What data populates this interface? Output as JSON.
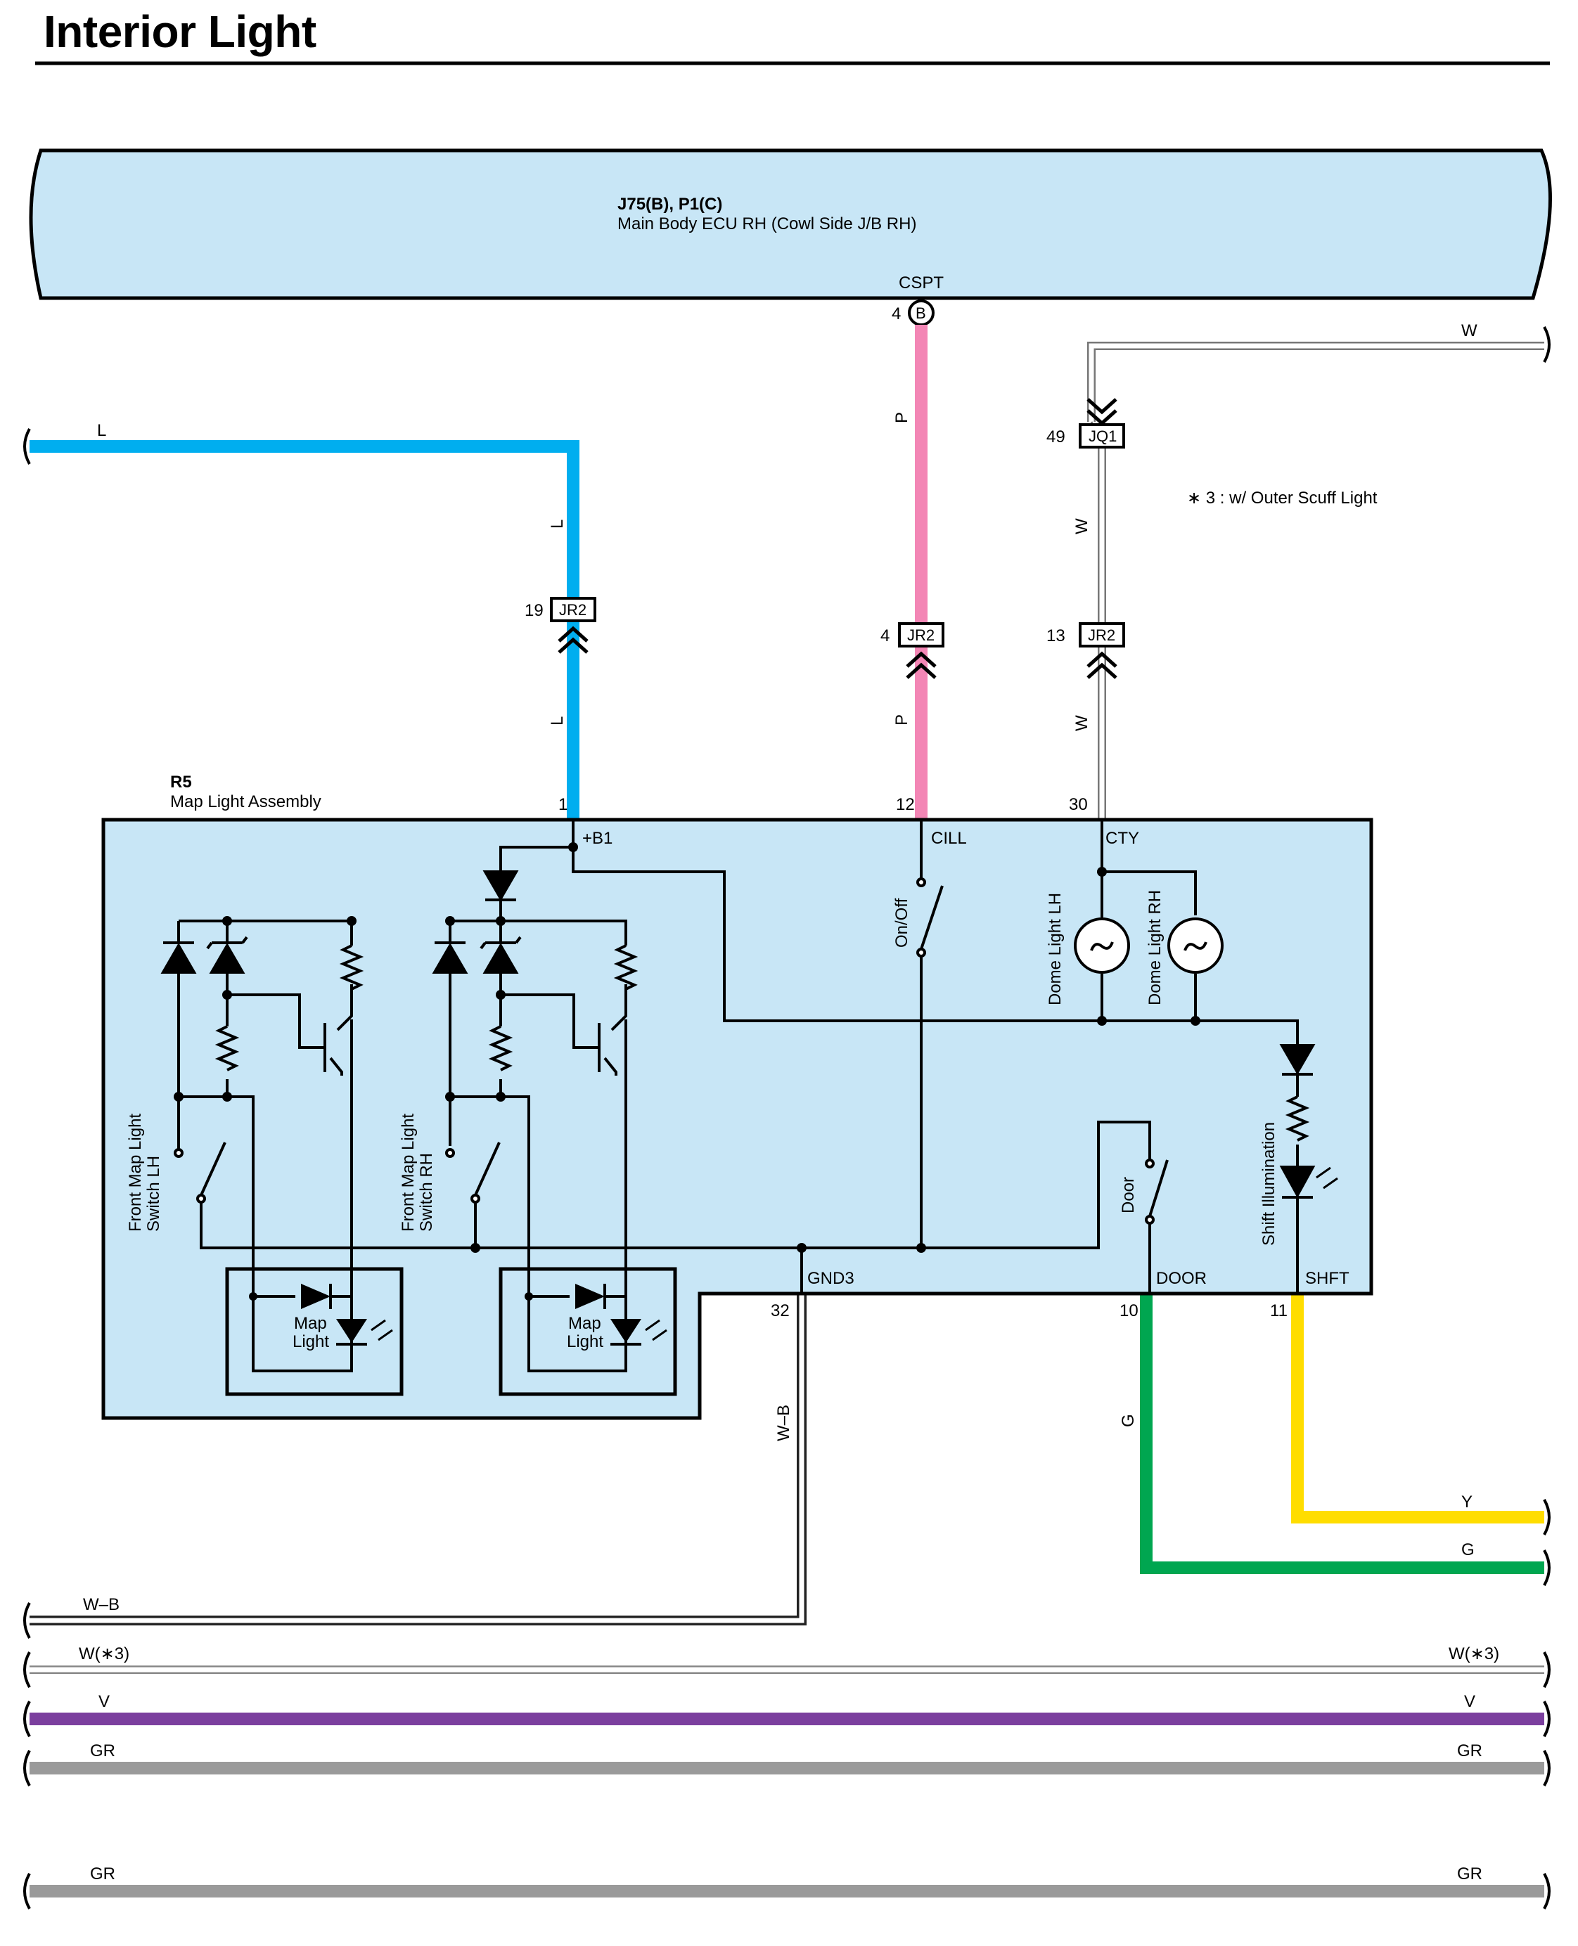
{
  "title": "Interior Light",
  "ecu": {
    "code": "J75(B), P1(C)",
    "name": "Main Body ECU RH (Cowl Side J/B RH)",
    "terminal": "CSPT",
    "pin": "4",
    "connector": "B"
  },
  "assembly": {
    "code": "R5",
    "name": "Map Light Assembly",
    "terminals": {
      "b1": "+B1",
      "cill": "CILL",
      "cty": "CTY",
      "gnd3": "GND3",
      "door": "DOOR",
      "shft": "SHFT"
    },
    "pins": {
      "b1": "1",
      "cill": "12",
      "cty": "30",
      "gnd3": "32",
      "door": "10",
      "shft": "11"
    },
    "components": {
      "front_lh": "Front Map Light Switch LH",
      "front_rh": "Front Map Light Switch RH",
      "map_light_1": "Map Light",
      "map_light_2": "Map Light",
      "on_off": "On/Off",
      "dome_lh": "Dome Light LH",
      "dome_rh": "Dome Light RH",
      "door_sw": "Door",
      "shift_illum": "Shift Illumination"
    }
  },
  "connectors": {
    "jr2_l": {
      "pin": "19",
      "name": "JR2"
    },
    "jr2_p": {
      "pin": "4",
      "name": "JR2"
    },
    "jr2_w": {
      "pin": "13",
      "name": "JR2"
    },
    "jq1": {
      "pin": "49",
      "name": "JQ1"
    }
  },
  "note": "∗ 3 : w/ Outer Scuff Light",
  "wires": {
    "l": "L",
    "p": "P",
    "w": "W",
    "wb": "W–B",
    "g": "G",
    "y": "Y",
    "w3": "W(∗3)",
    "v": "V",
    "gr": "GR"
  },
  "colors": {
    "panel": "#c8e6f6",
    "blue": "#00aeef",
    "pink": "#f386b5",
    "green": "#00a650",
    "yellow": "#ffdd00",
    "violet": "#7b3f9e",
    "gray": "#9a9a9a"
  }
}
